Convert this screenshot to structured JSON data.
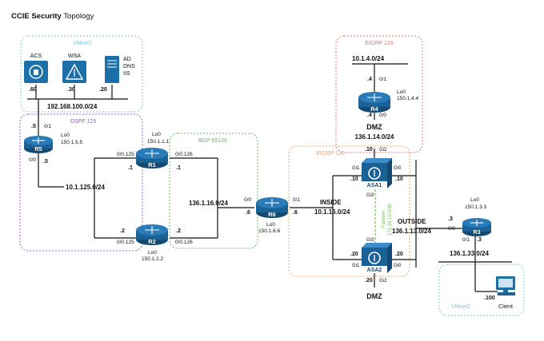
{
  "title": {
    "bold": "CCIE Security",
    "rest": "Topology"
  },
  "colors": {
    "vmnet": "#7ec8d8",
    "ospf": "#9b59d0",
    "bgp": "#5bbf5b",
    "eigrp_top": "#d87a74",
    "eigrp_inside": "#f0a060",
    "failover": "#6dbf4d",
    "device": "#1d6fa8",
    "router": "#1a6196",
    "link": "#111111"
  },
  "zones": {
    "vmnet1": "VMnet1",
    "ospf": "OSPF 125",
    "bgp": "BGP 65126",
    "eigrp_top": "EIGRP 126",
    "eigrp_inside": "EIGRP 126",
    "vmnet2": "VMnet2"
  },
  "servers": {
    "acs": {
      "name": "ACS",
      "ip": ".60",
      "icon": "acs-server-icon"
    },
    "wsa": {
      "name": "WSA",
      "ip": ".30",
      "icon": "wsa-appliance-icon"
    },
    "ad": {
      "name": [
        "AD",
        "DNS",
        "IIS"
      ],
      "ip": ".20",
      "icon": "server-tower-icon"
    }
  },
  "networks": {
    "lan100": "192.168.100.0/24",
    "n125": "10.1.125.0/24",
    "n16": "136.1.16.0/24",
    "inside_name": "INSIDE",
    "inside": "10.1.16.0/24",
    "outside_name": "OUTSIDE",
    "outside": "136.1.13.0/24",
    "dmz_top_name": "DMZ",
    "dmz_top": "136.1.14.0/24",
    "dmz_bottom_name": "DMZ",
    "n14": "10.1.4.0/24",
    "n33": "136.1.33.0/24"
  },
  "devices": {
    "R5": {
      "name": "R5",
      "lo_label": "Lo0",
      "lo_ip": "150.1.5.5"
    },
    "R1": {
      "name": "R1",
      "lo_label": "Lo0",
      "lo_ip": "150.1.1.1"
    },
    "R2": {
      "name": "R2",
      "lo_label": "Lo0",
      "lo_ip": "150.1.2.2"
    },
    "R6": {
      "name": "R6",
      "lo_label": "Lo0",
      "lo_ip": "150.1.6.6"
    },
    "R4": {
      "name": "R4",
      "lo_label": "Lo0",
      "lo_ip": "150.1.4.4"
    },
    "R3": {
      "name": "R3",
      "lo_label": "Lo0",
      "lo_ip": "150.1.3.3"
    },
    "ASA1": {
      "name": "ASA1"
    },
    "ASA2": {
      "name": "ASA2"
    },
    "client": {
      "name": "Client",
      "ip": ".100"
    }
  },
  "interfaces": {
    "r5_up_ip": ".5",
    "r5_up_if": "0/1",
    "r5_dn_if": "0/0",
    "r5_dn_ip": ".5",
    "r1_if_left": "0/0.125",
    "r1_if_right": "0/0.126",
    "r1_ip_left": ".1",
    "r1_ip_right": ".1",
    "r2_if_left": "0/0.125",
    "r2_if_right": "0/0.126",
    "r2_ip_left": ".2",
    "r2_ip_right": ".2",
    "r6_if_left": "0/0",
    "r6_if_right": "0/1",
    "r6_ip_left": ".6",
    "r6_ip_right": ".6",
    "r4_up_ip": ".4",
    "r4_up_if": "0/1",
    "r4_dn_ip": ".4",
    "r4_dn_if": "0/0",
    "asa_dmz_ip": ".10",
    "asa_dmz_if": "Gi2",
    "asa1_gi1": "Gi1",
    "asa1_gi1_ip": ".10",
    "asa1_gi0": "Gi0",
    "asa1_gi0_ip": ".10",
    "asa1_gi3": "Gi3",
    "asa2_gi1": "Gi1",
    "asa2_gi1_ip": ".20",
    "asa2_gi0": "Gi0",
    "asa2_gi0_ip": ".20",
    "asa2_gi3": "Gi3",
    "asa2_dmz_ip": ".20",
    "asa2_dmz_if": "Gi2",
    "r3_left_ip": ".3",
    "r3_left_if": "0/0",
    "r3_dn_if": "0/1",
    "r3_dn_ip": ".3"
  },
  "failover": {
    "label": "Failover",
    "network": "172.16.10.0/30"
  }
}
